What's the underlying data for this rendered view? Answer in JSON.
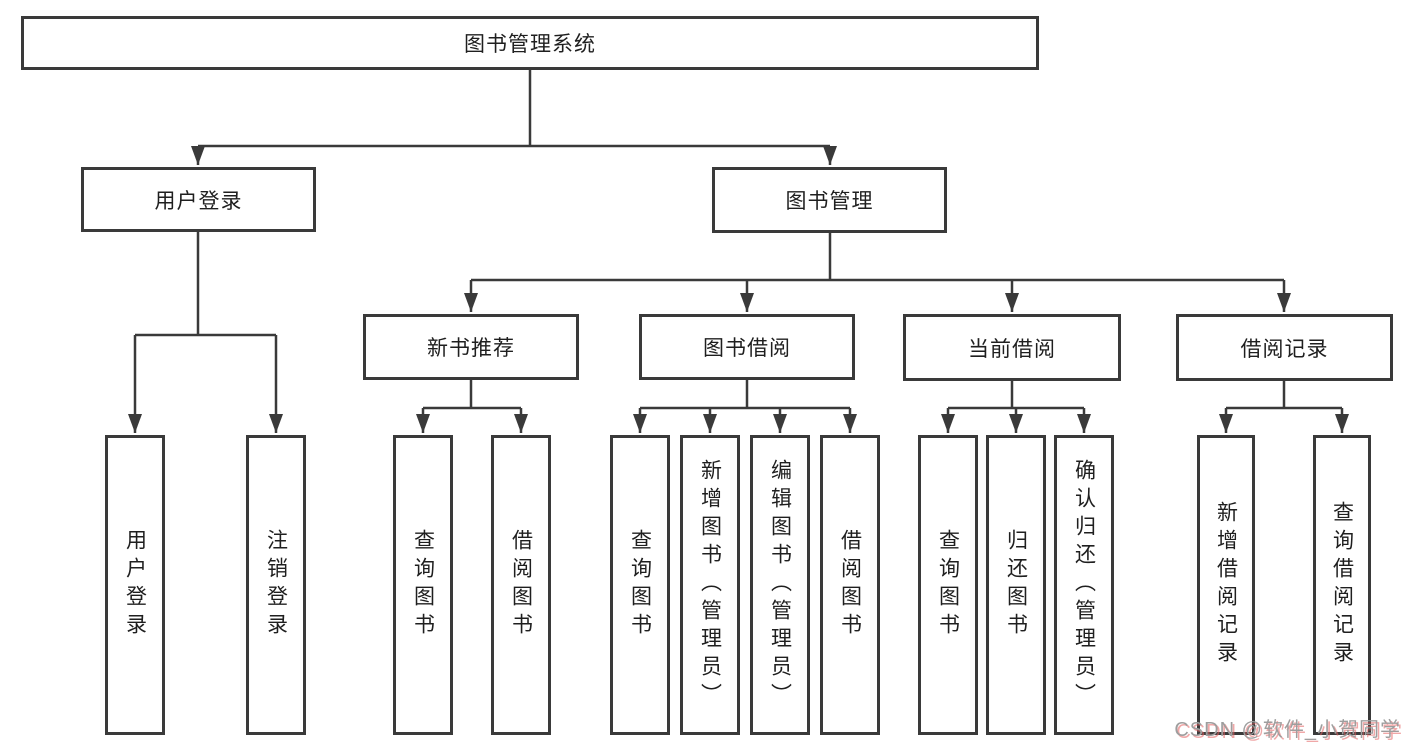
{
  "tree": {
    "root": "图书管理系统",
    "branches": [
      {
        "label": "用户登录",
        "children": [
          "用户登录",
          "注销登录"
        ]
      },
      {
        "label": "图书管理",
        "groups": [
          {
            "label": "新书推荐",
            "children": [
              "查询图书",
              "借阅图书"
            ]
          },
          {
            "label": "图书借阅",
            "children": [
              "查询图书",
              "新增图书（管理员）",
              "编辑图书（管理员）",
              "借阅图书"
            ]
          },
          {
            "label": "当前借阅",
            "children": [
              "查询图书",
              "归还图书",
              "确认归还（管理员）"
            ]
          },
          {
            "label": "借阅记录",
            "children": [
              "新增借阅记录",
              "查询借阅记录"
            ]
          }
        ]
      }
    ]
  },
  "watermark": "CSDN @软件_小贺同学",
  "colors": {
    "line": "#3a3a3a",
    "box_border": "#3a3a3a",
    "text": "#1f1f1f",
    "watermark_gray": "#9e9e9e",
    "watermark_red": "#e46060",
    "background": "#ffffff"
  }
}
